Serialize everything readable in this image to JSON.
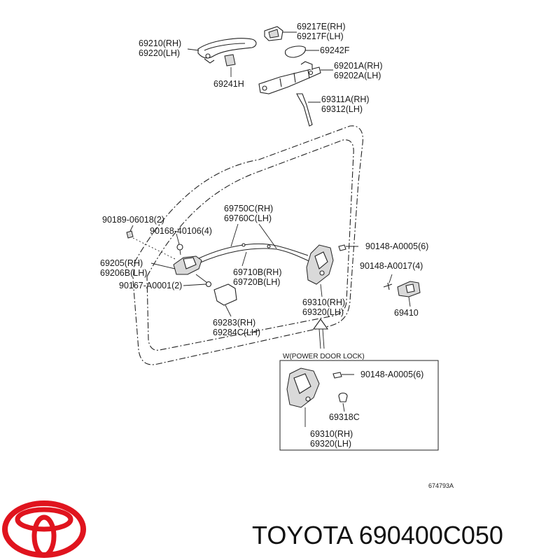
{
  "labels": {
    "p69210": "69210(RH)",
    "p69220": "69220(LH)",
    "p69217e": "69217E(RH)",
    "p69217f": "69217F(LH)",
    "p69242f": "69242F",
    "p69241h": "69241H",
    "p69201a": "69201A(RH)",
    "p69202a": "69202A(LH)",
    "p69311a": "69311A(RH)",
    "p69312": "69312(LH)",
    "p90189": "90189-06018(2)",
    "p90168": "90168-40106(4)",
    "p69750c": "69750C(RH)",
    "p69760c": "69760C(LH)",
    "p90148a": "90148-A0005(6)",
    "p90148b": "90148-A0017(4)",
    "p69205": "69205(RH)",
    "p69206b": "69206B(LH)",
    "p69710b": "69710B(RH)",
    "p69720b": "69720B(LH)",
    "p90167": "90167-A0001(2)",
    "p69410": "69410",
    "p69310": "69310(RH)",
    "p69320": "69320(LH)",
    "p69283": "69283(RH)",
    "p69284c": "69284C(LH)",
    "inset_title": "W(POWER DOOR LOCK)",
    "inset_90148": "90148-A0005(6)",
    "inset_69318c": "69318C",
    "inset_69310": "69310(RH)",
    "inset_69320": "69320(LH)",
    "diagram_code": "674793A"
  },
  "brand": {
    "name": "TOYOTA",
    "part_number": "690400C050",
    "logo_color": "#e0141e"
  }
}
